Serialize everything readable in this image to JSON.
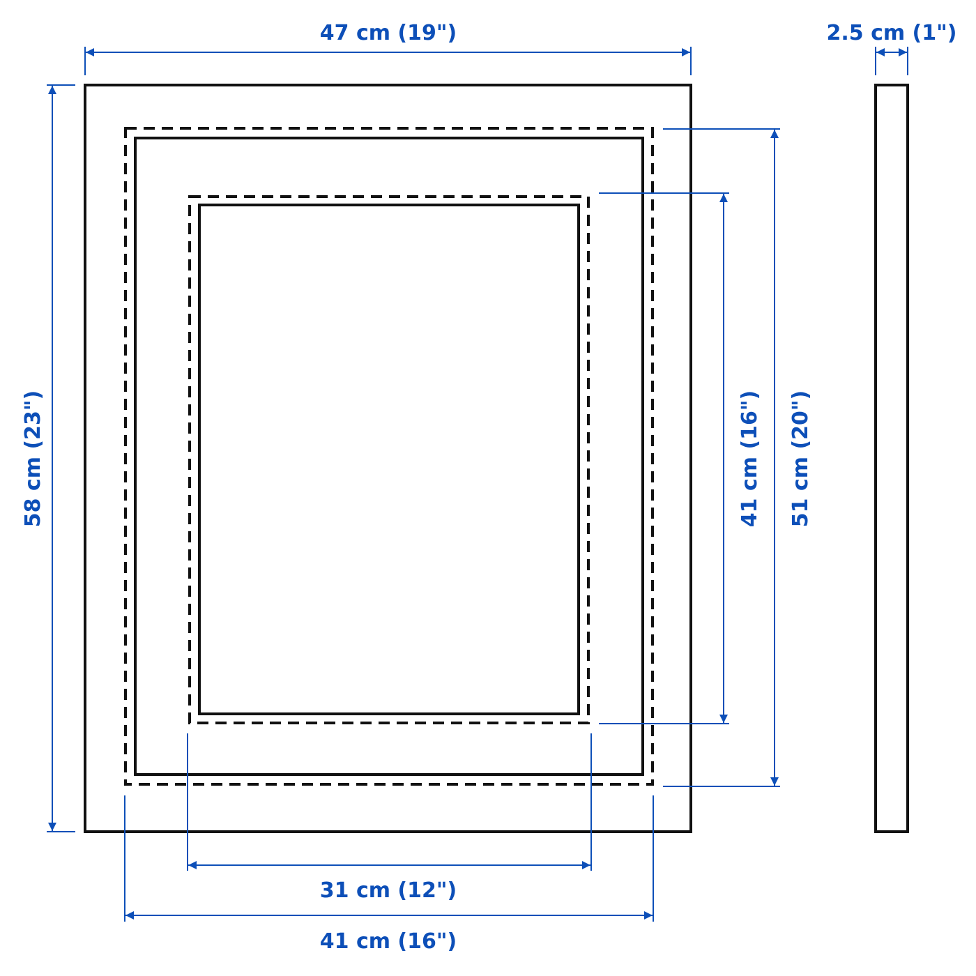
{
  "diagram": {
    "type": "dimension-drawing",
    "subject": "picture frame",
    "colors": {
      "dimension": "#0d4fb8",
      "outline": "#111111",
      "background": "#ffffff"
    },
    "dimensions": {
      "frame_width": "47 cm (19\")",
      "frame_height": "58 cm (23\")",
      "frame_depth": "2.5 cm (1\")",
      "mat_outer_width": "41 cm (16\")",
      "mat_outer_height": "51 cm (20\")",
      "mat_opening_width": "31 cm (12\")",
      "mat_opening_height": "41 cm (16\")"
    }
  }
}
